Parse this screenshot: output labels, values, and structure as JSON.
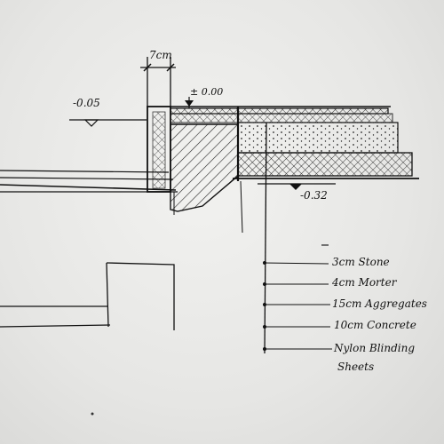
{
  "dimensions": {
    "width_label": "7cm",
    "level_left": "-0.05",
    "level_top": "± 0.00",
    "level_bottom": "-0.32"
  },
  "legend": {
    "items": [
      {
        "label": "3cm Stone"
      },
      {
        "label": "4cm Morter"
      },
      {
        "label": "15cm Aggregates"
      },
      {
        "label": "10cm Concrete"
      },
      {
        "label": "Nylon Blinding"
      },
      {
        "label": "Sheets"
      }
    ]
  }
}
